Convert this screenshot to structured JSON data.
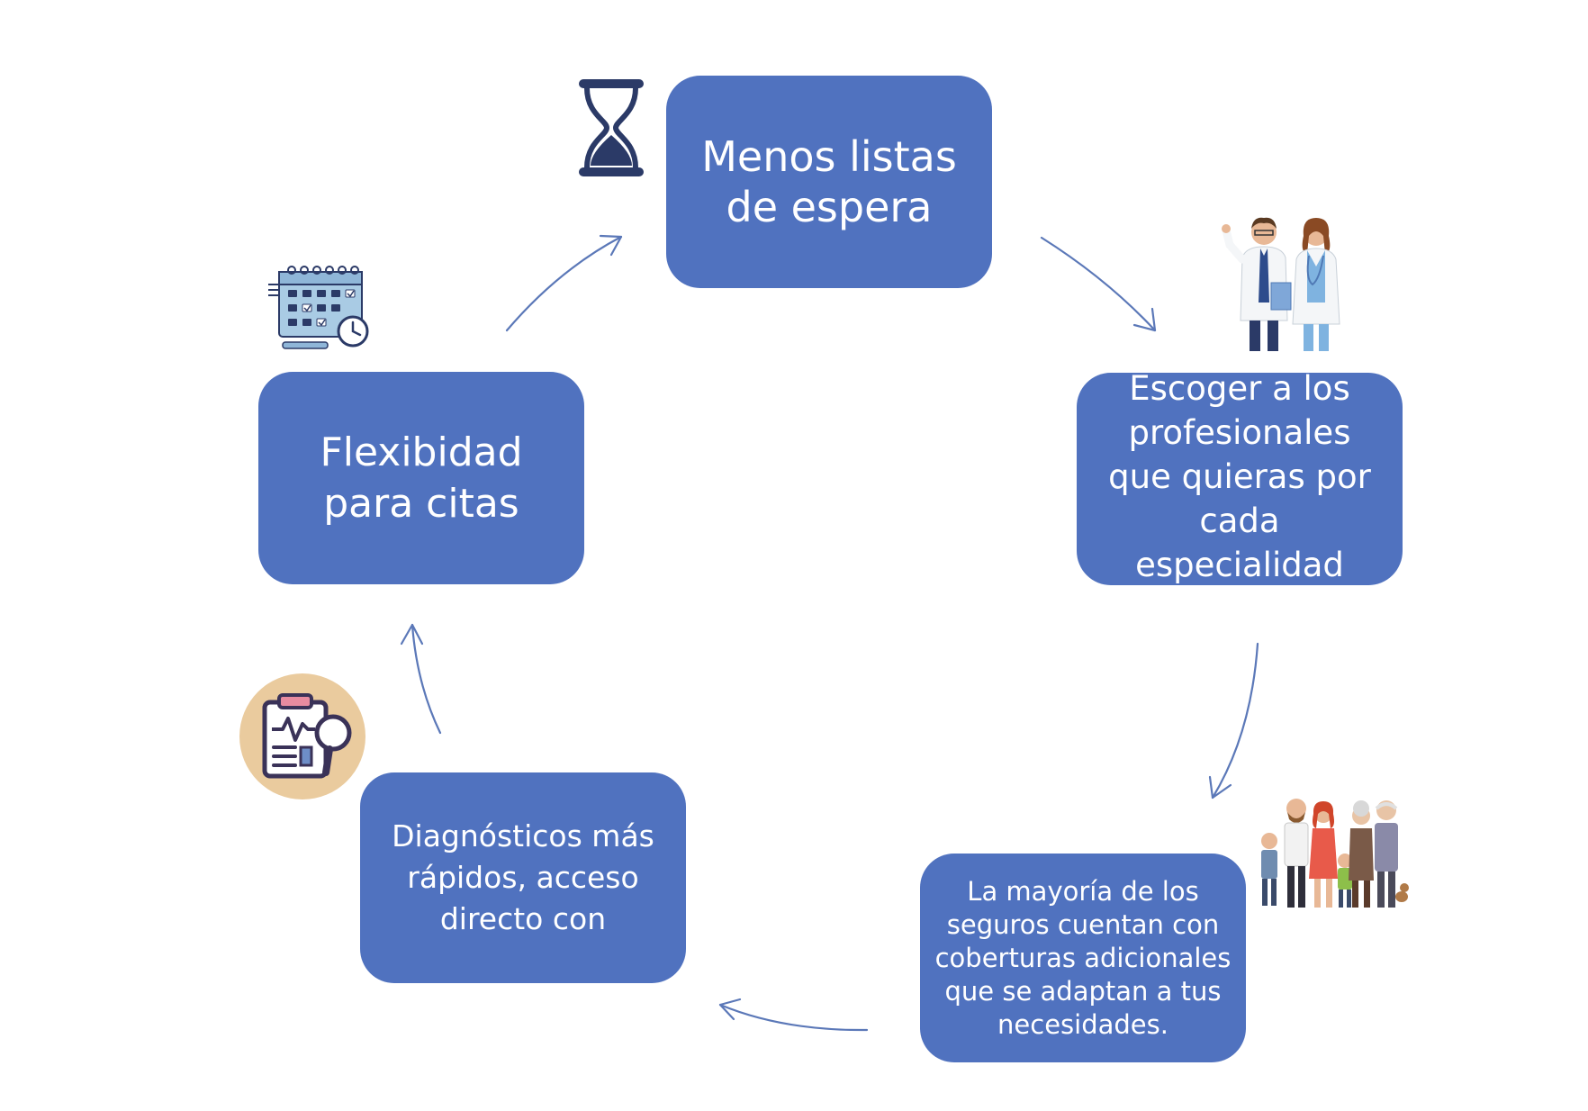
{
  "diagram": {
    "nodes": [
      {
        "id": "b1",
        "text": "Menos listas de espera",
        "lines": [
          "Menos listas",
          "de espera"
        ]
      },
      {
        "id": "b2",
        "text": "Escoger a los profesionales que quieras por cada especialidad",
        "lines": [
          "Escoger a los",
          "profesionales",
          "que quieras por",
          "cada",
          "especialidad"
        ]
      },
      {
        "id": "b3",
        "text": "La mayoría de los seguros cuentan con coberturas adicionales que se adaptan a tus necesidades.",
        "lines": [
          "La mayoría de los",
          "seguros cuentan con",
          "coberturas adicionales",
          "que se adaptan a tus",
          "necesidades."
        ]
      },
      {
        "id": "b4",
        "text": "Diagnósticos más rápidos, acceso directo con",
        "lines": [
          "Diagnósticos más",
          "rápidos, acceso",
          "directo con"
        ]
      },
      {
        "id": "b5",
        "text": "Flexibidad para citas",
        "lines": [
          "Flexibidad",
          "para citas"
        ]
      }
    ],
    "edges": [
      {
        "from": "b5",
        "to": "b1"
      },
      {
        "from": "b1",
        "to": "b2"
      },
      {
        "from": "b2",
        "to": "b3"
      },
      {
        "from": "b3",
        "to": "b4"
      },
      {
        "from": "b4",
        "to": "b5"
      }
    ],
    "icons": [
      "hourglass-icon",
      "doctors-icon",
      "family-icon",
      "diagnostics-icon",
      "calendar-icon"
    ],
    "colors": {
      "box": "#5072BF",
      "arrow": "#5B78B8",
      "text": "#FFFFFF"
    }
  }
}
